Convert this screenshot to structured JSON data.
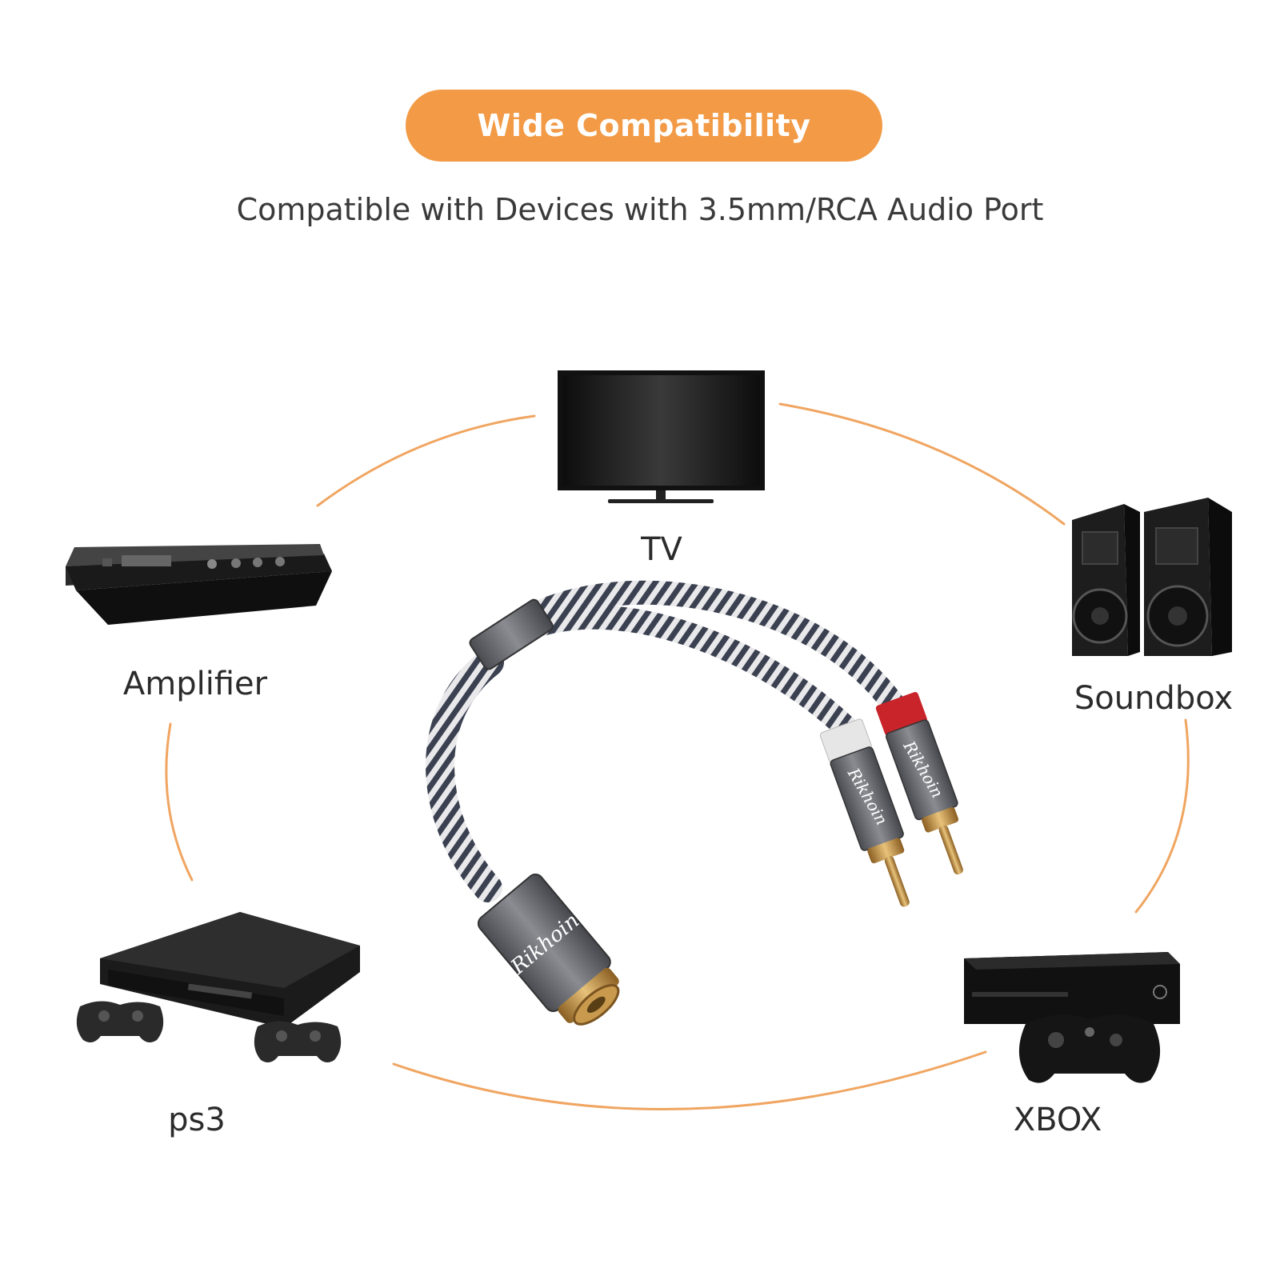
{
  "header": {
    "badge_text": "Wide Compatibility",
    "subtitle": "Compatible with Devices with 3.5mm/RCA Audio Port"
  },
  "devices": {
    "tv": {
      "label": "TV",
      "icon": "tv-icon"
    },
    "amplifier": {
      "label": "Amplifier",
      "icon": "amplifier-icon"
    },
    "soundbox": {
      "label": "Soundbox",
      "icon": "speakers-icon"
    },
    "ps3": {
      "label": "ps3",
      "icon": "game-console-icon"
    },
    "xbox": {
      "label": "XBOX",
      "icon": "xbox-console-icon"
    }
  },
  "product": {
    "brand": "Rikhoin",
    "icon": "rca-y-splitter-cable-icon"
  },
  "colors": {
    "accent": "#f29a45",
    "ring": "#f0a561",
    "text": "#3a3a3a",
    "device": "#1f1f1f",
    "plug_red": "#c8242a",
    "plug_white": "#e6e6e6",
    "gold": "#c99a4e"
  }
}
